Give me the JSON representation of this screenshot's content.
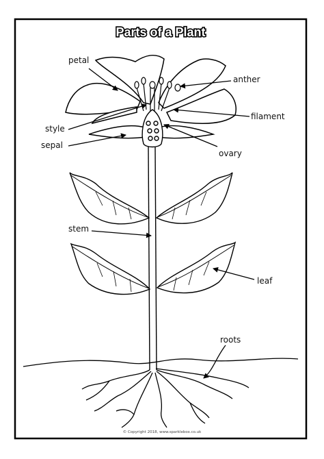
{
  "title": "Parts of a Plant",
  "labels": {
    "petal": "petal",
    "anther": "anther",
    "filament": "filament",
    "style": "style",
    "sepal": "sepal",
    "ovary": "ovary",
    "stem": "stem",
    "leaf": "leaf",
    "roots": "roots"
  },
  "copyright": "© Copyright 2018, www.sparklebox.co.uk",
  "colors": {
    "ink": "#111111",
    "border": "#000000",
    "background": "#ffffff"
  }
}
